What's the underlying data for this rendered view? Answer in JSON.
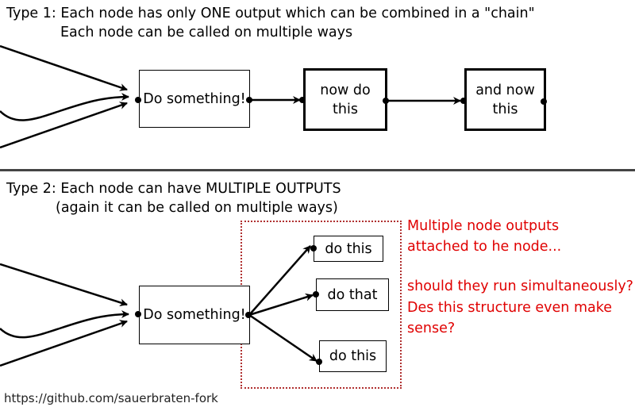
{
  "type1": {
    "line1": "Type 1: Each node has only ONE output which can be combined in a \"chain\"",
    "line2": "Each node can be called on multiple ways",
    "node_a": "Do something!",
    "node_b": "now do\nthis",
    "node_c": "and now\nthis"
  },
  "type2": {
    "line1": "Type 2: Each node can have MULTIPLE OUTPUTS",
    "line2": "(again it can be called on multiple ways)",
    "node_main": "Do something!",
    "out_1": "do this",
    "out_2": "do that",
    "out_3": "do this",
    "note_line1": "Multiple node outputs",
    "note_line2": "attached to he node...",
    "note_line3": "should they run simultaneously?",
    "note_line4": "Des this structure even make",
    "note_line5": "sense?"
  },
  "footer": {
    "url": "https://github.com/sauerbraten-fork"
  },
  "colors": {
    "note": "#e00000",
    "dotted_border": "#b03030",
    "divider": "#444444"
  }
}
